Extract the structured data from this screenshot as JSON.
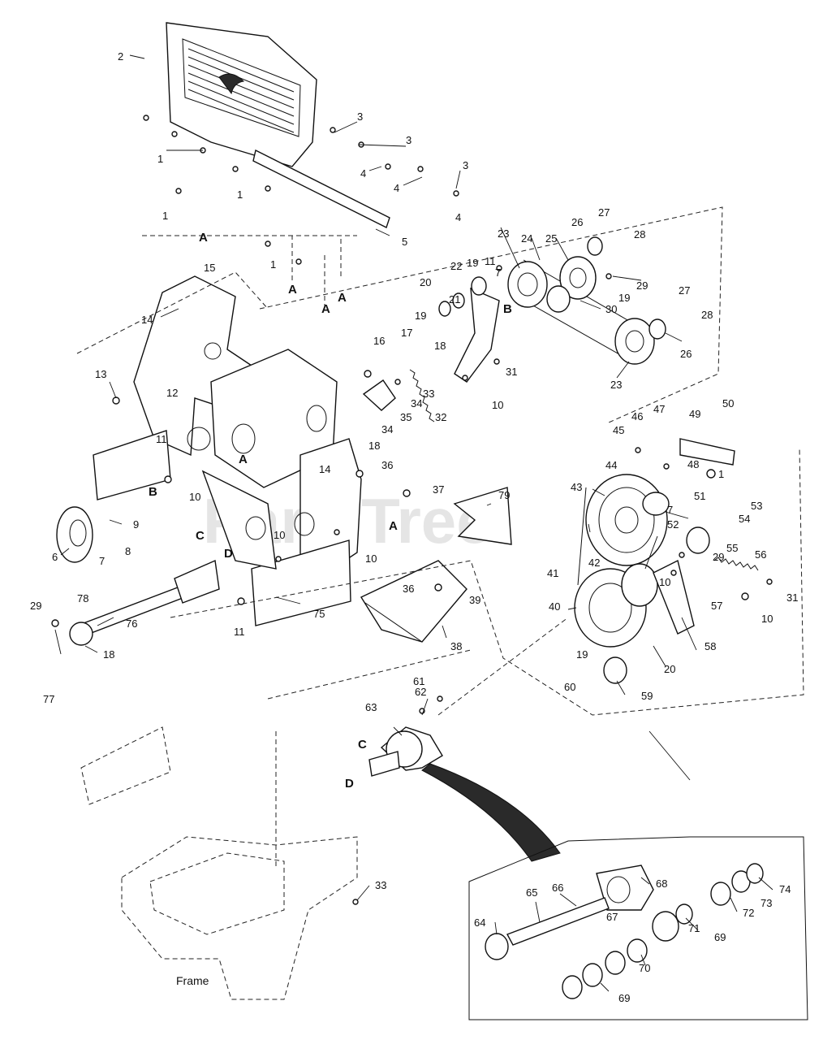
{
  "watermark": "PartsTree",
  "frame_label": "Frame",
  "callouts": [
    {
      "id": "c2",
      "text": "2"
    },
    {
      "id": "c1a",
      "text": "1"
    },
    {
      "id": "c1b",
      "text": "1"
    },
    {
      "id": "c1c",
      "text": "1"
    },
    {
      "id": "c1d",
      "text": "1"
    },
    {
      "id": "c1e",
      "text": "1"
    },
    {
      "id": "c3a",
      "text": "3"
    },
    {
      "id": "c3b",
      "text": "3"
    },
    {
      "id": "c3c",
      "text": "3"
    },
    {
      "id": "c4a",
      "text": "4"
    },
    {
      "id": "c4b",
      "text": "4"
    },
    {
      "id": "c4c",
      "text": "4"
    },
    {
      "id": "c5",
      "text": "5"
    },
    {
      "id": "c6",
      "text": "6"
    },
    {
      "id": "c7a",
      "text": "7"
    },
    {
      "id": "c7b",
      "text": "7"
    },
    {
      "id": "c7c",
      "text": "7"
    },
    {
      "id": "c8",
      "text": "8"
    },
    {
      "id": "c9",
      "text": "9"
    },
    {
      "id": "c10a",
      "text": "10"
    },
    {
      "id": "c10b",
      "text": "10"
    },
    {
      "id": "c10c",
      "text": "10"
    },
    {
      "id": "c10d",
      "text": "10"
    },
    {
      "id": "c10e",
      "text": "10"
    },
    {
      "id": "c10f",
      "text": "10"
    },
    {
      "id": "c11a",
      "text": "11"
    },
    {
      "id": "c11b",
      "text": "11"
    },
    {
      "id": "c11c",
      "text": "11"
    },
    {
      "id": "c12",
      "text": "12"
    },
    {
      "id": "c13",
      "text": "13"
    },
    {
      "id": "c14a",
      "text": "14"
    },
    {
      "id": "c14b",
      "text": "14"
    },
    {
      "id": "c15",
      "text": "15"
    },
    {
      "id": "c16",
      "text": "16"
    },
    {
      "id": "c17",
      "text": "17"
    },
    {
      "id": "c18a",
      "text": "18"
    },
    {
      "id": "c18b",
      "text": "18"
    },
    {
      "id": "c18c",
      "text": "18"
    },
    {
      "id": "c19a",
      "text": "19"
    },
    {
      "id": "c19b",
      "text": "19"
    },
    {
      "id": "c19c",
      "text": "19"
    },
    {
      "id": "c19d",
      "text": "19"
    },
    {
      "id": "c20a",
      "text": "20"
    },
    {
      "id": "c20b",
      "text": "20"
    },
    {
      "id": "c21",
      "text": "21"
    },
    {
      "id": "c22",
      "text": "22"
    },
    {
      "id": "c23a",
      "text": "23"
    },
    {
      "id": "c23b",
      "text": "23"
    },
    {
      "id": "c24",
      "text": "24"
    },
    {
      "id": "c25",
      "text": "25"
    },
    {
      "id": "c26a",
      "text": "26"
    },
    {
      "id": "c26b",
      "text": "26"
    },
    {
      "id": "c27a",
      "text": "27"
    },
    {
      "id": "c27b",
      "text": "27"
    },
    {
      "id": "c28a",
      "text": "28"
    },
    {
      "id": "c28b",
      "text": "28"
    },
    {
      "id": "c29a",
      "text": "29"
    },
    {
      "id": "c29b",
      "text": "29"
    },
    {
      "id": "c29c",
      "text": "29"
    },
    {
      "id": "c30",
      "text": "30"
    },
    {
      "id": "c31a",
      "text": "31"
    },
    {
      "id": "c31b",
      "text": "31"
    },
    {
      "id": "c32",
      "text": "32"
    },
    {
      "id": "c33a",
      "text": "33"
    },
    {
      "id": "c33b",
      "text": "33"
    },
    {
      "id": "c34a",
      "text": "34"
    },
    {
      "id": "c34b",
      "text": "34"
    },
    {
      "id": "c35",
      "text": "35"
    },
    {
      "id": "c36a",
      "text": "36"
    },
    {
      "id": "c36b",
      "text": "36"
    },
    {
      "id": "c37",
      "text": "37"
    },
    {
      "id": "c38",
      "text": "38"
    },
    {
      "id": "c39",
      "text": "39"
    },
    {
      "id": "c40",
      "text": "40"
    },
    {
      "id": "c41",
      "text": "41"
    },
    {
      "id": "c42",
      "text": "42"
    },
    {
      "id": "c43",
      "text": "43"
    },
    {
      "id": "c44",
      "text": "44"
    },
    {
      "id": "c45",
      "text": "45"
    },
    {
      "id": "c46",
      "text": "46"
    },
    {
      "id": "c47",
      "text": "47"
    },
    {
      "id": "c48",
      "text": "48"
    },
    {
      "id": "c49",
      "text": "49"
    },
    {
      "id": "c50",
      "text": "50"
    },
    {
      "id": "c51",
      "text": "51"
    },
    {
      "id": "c52",
      "text": "52"
    },
    {
      "id": "c53",
      "text": "53"
    },
    {
      "id": "c54",
      "text": "54"
    },
    {
      "id": "c55",
      "text": "55"
    },
    {
      "id": "c56",
      "text": "56"
    },
    {
      "id": "c57",
      "text": "57"
    },
    {
      "id": "c58",
      "text": "58"
    },
    {
      "id": "c59",
      "text": "59"
    },
    {
      "id": "c60",
      "text": "60"
    },
    {
      "id": "c61",
      "text": "61"
    },
    {
      "id": "c62",
      "text": "62"
    },
    {
      "id": "c63",
      "text": "63"
    },
    {
      "id": "c64",
      "text": "64"
    },
    {
      "id": "c65",
      "text": "65"
    },
    {
      "id": "c66",
      "text": "66"
    },
    {
      "id": "c67",
      "text": "67"
    },
    {
      "id": "c68",
      "text": "68"
    },
    {
      "id": "c69a",
      "text": "69"
    },
    {
      "id": "c69b",
      "text": "69"
    },
    {
      "id": "c70",
      "text": "70"
    },
    {
      "id": "c71",
      "text": "71"
    },
    {
      "id": "c72",
      "text": "72"
    },
    {
      "id": "c73",
      "text": "73"
    },
    {
      "id": "c74",
      "text": "74"
    },
    {
      "id": "c75",
      "text": "75"
    },
    {
      "id": "c76",
      "text": "76"
    },
    {
      "id": "c77",
      "text": "77"
    },
    {
      "id": "c78",
      "text": "78"
    },
    {
      "id": "c79",
      "text": "79"
    }
  ],
  "refs": [
    {
      "id": "rA1",
      "text": "A"
    },
    {
      "id": "rA2",
      "text": "A"
    },
    {
      "id": "rA3",
      "text": "A"
    },
    {
      "id": "rA4",
      "text": "A"
    },
    {
      "id": "rA5",
      "text": "A"
    },
    {
      "id": "rA6",
      "text": "A"
    },
    {
      "id": "rB1",
      "text": "B"
    },
    {
      "id": "rB2",
      "text": "B"
    },
    {
      "id": "rC1",
      "text": "C"
    },
    {
      "id": "rC2",
      "text": "C"
    },
    {
      "id": "rD1",
      "text": "D"
    },
    {
      "id": "rD2",
      "text": "D"
    }
  ]
}
